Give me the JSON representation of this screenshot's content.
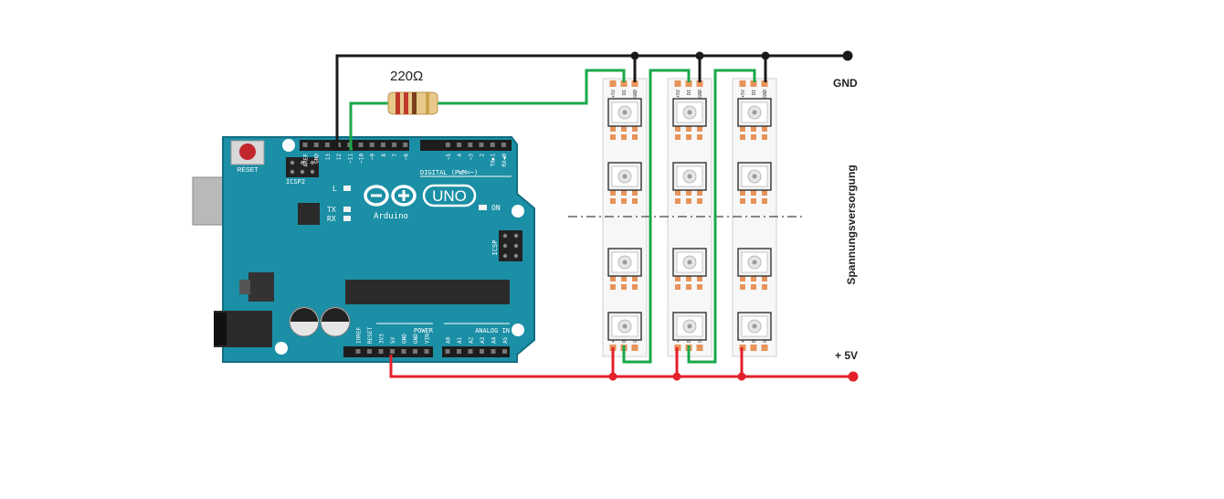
{
  "labels": {
    "resistor": "220Ω",
    "gnd": "GND",
    "plus5v": "+ 5V",
    "power_supply": "Spannungsversorgung"
  },
  "arduino": {
    "reset": "RESET",
    "icsp2": "ICSP2",
    "icsp": "ICSP",
    "l": "L",
    "tx": "TX",
    "rx": "RX",
    "on": "ON",
    "brand": "Arduino",
    "model": "UNO",
    "digital": "DIGITAL (PWM=~)",
    "power": "POWER",
    "analog": "ANALOG IN",
    "top_pins": [
      "AREF",
      "GND",
      "13",
      "12",
      "~11",
      "~10",
      "~9",
      "8",
      "7",
      "~6",
      "~5",
      "4",
      "~3",
      "2",
      "TX▶1",
      "RX◀0"
    ],
    "power_pins": [
      "IOREF",
      "RESET",
      "3V3",
      "5V",
      "GND",
      "GND",
      "VIN"
    ],
    "analog_pins": [
      "A0",
      "A1",
      "A2",
      "A3",
      "A4",
      "A5"
    ]
  },
  "led_strip": {
    "pad_labels_top": [
      "+5V",
      "DI",
      "GND"
    ],
    "pad_labels_bottom": [
      "+5V",
      "DO",
      "GND"
    ]
  },
  "colors": {
    "board": "#1b8fa6",
    "wire_gnd": "#1a1a1a",
    "wire_data": "#19a84a",
    "wire_5v": "#e3202b",
    "pad": "#e8935a"
  }
}
